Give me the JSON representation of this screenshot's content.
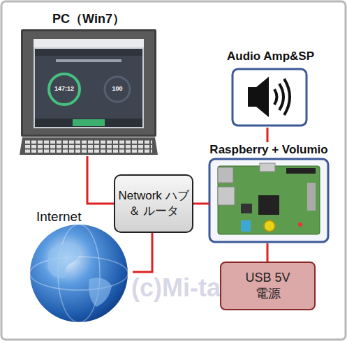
{
  "diagram": {
    "nodes": [
      {
        "text": [
          "PC（Win7）"
        ]
      },
      {
        "text": [
          "Audio Amp&SP"
        ]
      },
      {
        "text": [
          "Raspberry + Volumio"
        ]
      },
      {
        "text": [
          "Network ハブ＆ ルータ"
        ]
      },
      {
        "text": [
          "Internet"
        ]
      },
      {
        "text": [
          "USB 5V電源"
        ]
      }
    ],
    "edges": [
      {
        "from": 0,
        "to": 3,
        "arrow": "none"
      },
      {
        "from": 3,
        "to": 2,
        "arrow": "none"
      },
      {
        "from": 3,
        "to": 4,
        "arrow": "none"
      },
      {
        "from": 2,
        "to": 1,
        "arrow": "none"
      },
      {
        "from": 2,
        "to": 5,
        "arrow": "none"
      }
    ],
    "labels": [
      "147:12",
      "100",
      "(c)Mi-take"
    ]
  }
}
